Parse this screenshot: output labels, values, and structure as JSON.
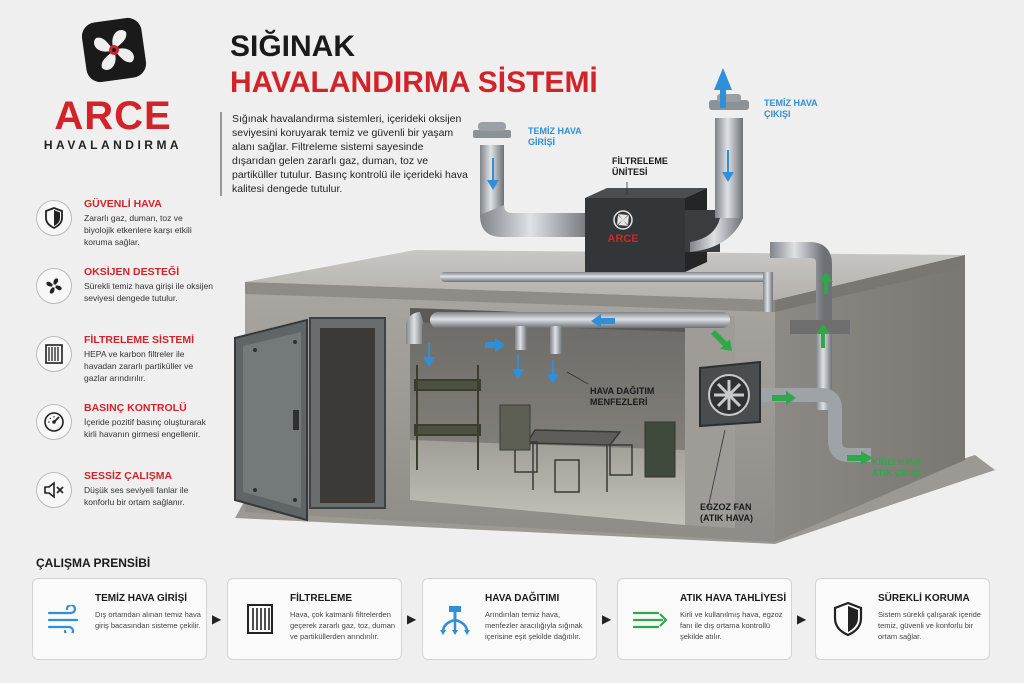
{
  "brand": {
    "name": "ARCE",
    "subtitle": "HAVALANDIRMA"
  },
  "header": {
    "title_line1": "SIĞINAK",
    "title_line2": "HAVALANDIRMA SİSTEMİ",
    "intro": "Sığınak havalandırma sistemleri, içerideki oksijen seviyesini koruyarak temiz ve güvenli bir yaşam alanı sağlar. Filtreleme sistemi sayesinde dışarıdan gelen zararlı gaz, duman, toz ve partiküller tutulur. Basınç kontrolü ile içerideki hava kalitesi dengede tutulur."
  },
  "features": [
    {
      "icon": "shield-icon",
      "title": "GÜVENLİ HAVA",
      "desc": "Zararlı gaz, duman, toz ve biyolojik etkenlere karşı etkili koruma sağlar."
    },
    {
      "icon": "fan-icon",
      "title": "OKSİJEN DESTEĞİ",
      "desc": "Sürekli temiz hava girişi ile oksijen seviyesi dengede tutulur."
    },
    {
      "icon": "filter-icon",
      "title": "FİLTRELEME SİSTEMİ",
      "desc": "HEPA ve karbon filtreler ile havadan zararlı partiküller ve gazlar arındırılır."
    },
    {
      "icon": "gauge-icon",
      "title": "BASINÇ KONTROLÜ",
      "desc": "İçeride pozitif basınç oluşturarak kirli havanın girmesi engellenir."
    },
    {
      "icon": "mute-icon",
      "title": "SESSİZ ÇALIŞMA",
      "desc": "Düşük ses seviyeli fanlar ile konforlu bir ortam sağlanır."
    }
  ],
  "callouts": {
    "fresh_in": "TEMİZ HAVA\nGİRİŞİ",
    "filter_unit": "FİLTRELEME\nÜNİTESİ",
    "fresh_out": "TEMİZ HAVA\nÇIKIŞI",
    "diffusers": "HAVA DAĞITIM\nMENFEZLERİ",
    "exhaust_out": "KİRLİ HAVA\nATIK ÇIKIŞI",
    "exhaust_fan": "EGZOZ FAN\n(ATIK HAVA)"
  },
  "unit_logo": "ARCE",
  "principle": {
    "title": "ÇALIŞMA PRENSİBİ",
    "steps": [
      {
        "icon": "wind-icon",
        "title": "TEMİZ HAVA GİRİŞİ",
        "desc": "Dış ortamdan alınan temiz hava giriş bacasından sisteme çekilir."
      },
      {
        "icon": "filter-icon",
        "title": "FİLTRELEME",
        "desc": "Hava, çok katmanlı filtrelerden geçerek zararlı gaz, toz, duman ve partiküllerden arındırılır."
      },
      {
        "icon": "diffuser-icon",
        "title": "HAVA DAĞITIMI",
        "desc": "Arındırılan temiz hava, menfezler aracılığıyla sığınak içerisine eşit şekilde dağıtılır."
      },
      {
        "icon": "exhaust-icon",
        "title": "ATIK HAVA TAHLİYESİ",
        "desc": "Kirli ve kullanılmış hava, egzoz fanı ile dış ortama kontrollü şekilde atılır."
      },
      {
        "icon": "shield-icon",
        "title": "SÜREKLİ KORUMA",
        "desc": "Sistem sürekli çalışarak içeride temiz, güvenli ve konforlu bir ortam sağlar."
      }
    ]
  },
  "colors": {
    "accent_red": "#d3232a",
    "fresh_blue": "#2f8fd8",
    "exhaust_green": "#2fa84a"
  }
}
